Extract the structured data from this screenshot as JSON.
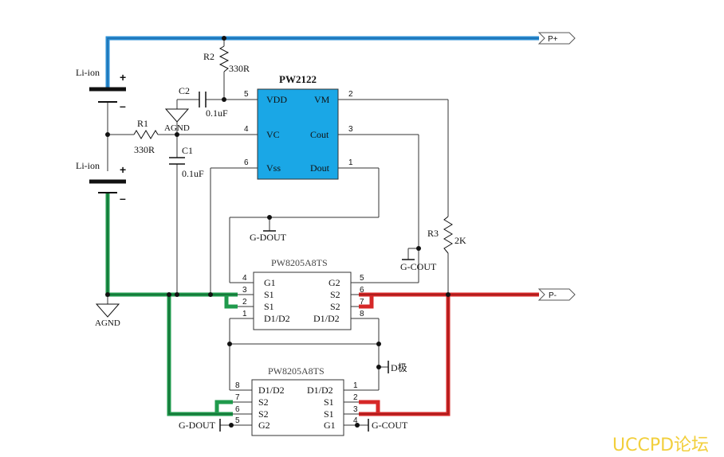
{
  "diagram": {
    "colors": {
      "wire": "#333333",
      "positive_bus": "#2a8fd6",
      "ground_bus": "#1f9a4c",
      "negative_bus": "#d62828",
      "ic_fill": "#1aa7e6",
      "watermark": "#f2cf3c"
    },
    "batteries": [
      {
        "label": "Li-ion",
        "plus": "+",
        "minus": "–"
      },
      {
        "label": "Li-ion",
        "plus": "+",
        "minus": "–"
      }
    ],
    "resistors": {
      "r1": {
        "ref": "R1",
        "value": "330R"
      },
      "r2": {
        "ref": "R2",
        "value": "330R"
      },
      "r3": {
        "ref": "R3",
        "value": "2K"
      }
    },
    "capacitors": {
      "c1": {
        "ref": "C1",
        "value": "0.1uF"
      },
      "c2": {
        "ref": "C2",
        "value": "0.1uF"
      }
    },
    "controller": {
      "name": "PW2122",
      "pins": [
        {
          "name": "VDD",
          "num": "5"
        },
        {
          "name": "VC",
          "num": "4"
        },
        {
          "name": "Vss",
          "num": "6"
        },
        {
          "name": "VM",
          "num": "2"
        },
        {
          "name": "Cout",
          "num": "3"
        },
        {
          "name": "Dout",
          "num": "1"
        }
      ]
    },
    "mosfet_top": {
      "name": "PW8205A8TS",
      "left_pins": [
        {
          "name": "G1",
          "num": "4"
        },
        {
          "name": "S1",
          "num": "3"
        },
        {
          "name": "S1",
          "num": "2"
        },
        {
          "name": "D1/D2",
          "num": "1"
        }
      ],
      "right_pins": [
        {
          "name": "G2",
          "num": "5"
        },
        {
          "name": "S2",
          "num": "6"
        },
        {
          "name": "S2",
          "num": "7"
        },
        {
          "name": "D1/D2",
          "num": "8"
        }
      ]
    },
    "mosfet_bottom": {
      "name": "PW8205A8TS",
      "left_pins": [
        {
          "name": "D1/D2",
          "num": "8"
        },
        {
          "name": "S2",
          "num": "7"
        },
        {
          "name": "S2",
          "num": "6"
        },
        {
          "name": "G2",
          "num": "5"
        }
      ],
      "right_pins": [
        {
          "name": "D1/D2",
          "num": "1"
        },
        {
          "name": "S1",
          "num": "2"
        },
        {
          "name": "S1",
          "num": "3"
        },
        {
          "name": "G1",
          "num": "4"
        }
      ]
    },
    "net_labels": {
      "g_dout_top": "G-DOUT",
      "g_cout_top": "G-COUT",
      "g_dout_bottom": "G-DOUT",
      "g_cout_bottom": "G-COUT",
      "d_pole": "D极",
      "agnd_small": "AGND",
      "agnd_main": "AGND"
    },
    "ports": {
      "p_plus": "P+",
      "p_minus": "P-"
    },
    "watermark": "UCCPD论坛"
  }
}
